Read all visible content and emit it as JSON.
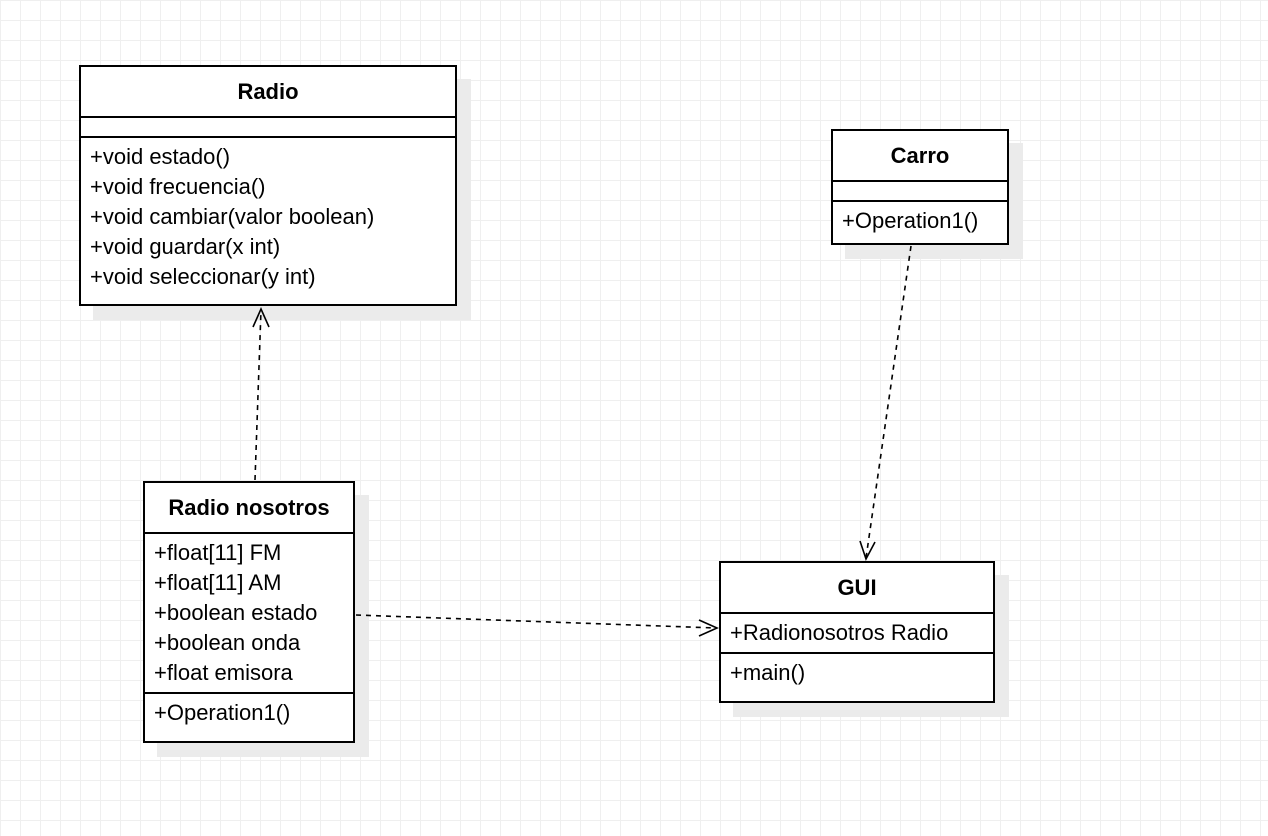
{
  "diagram": {
    "classes": {
      "radio": {
        "name": "Radio",
        "attributes": [],
        "methods": [
          "+void estado()",
          "+void frecuencia()",
          "+void cambiar(valor boolean)",
          "+void guardar(x int)",
          "+void seleccionar(y int)"
        ]
      },
      "carro": {
        "name": "Carro",
        "attributes": [],
        "methods": [
          "+Operation1()"
        ]
      },
      "radio_nosotros": {
        "name": "Radio nosotros",
        "attributes": [
          "+float[11] FM",
          "+float[11] AM",
          "+boolean estado",
          "+boolean onda",
          "+float emisora"
        ],
        "methods": [
          "+Operation1()"
        ]
      },
      "gui": {
        "name": "GUI",
        "attributes": [
          "+Radionosotros Radio"
        ],
        "methods": [
          "+main()"
        ]
      }
    },
    "dependencies": [
      {
        "from": "Radio nosotros",
        "to": "Radio",
        "style": "dashed",
        "arrow": "open"
      },
      {
        "from": "Carro",
        "to": "GUI",
        "style": "dashed",
        "arrow": "open"
      },
      {
        "from": "Radio nosotros",
        "to": "GUI",
        "style": "dashed",
        "arrow": "open"
      }
    ]
  }
}
